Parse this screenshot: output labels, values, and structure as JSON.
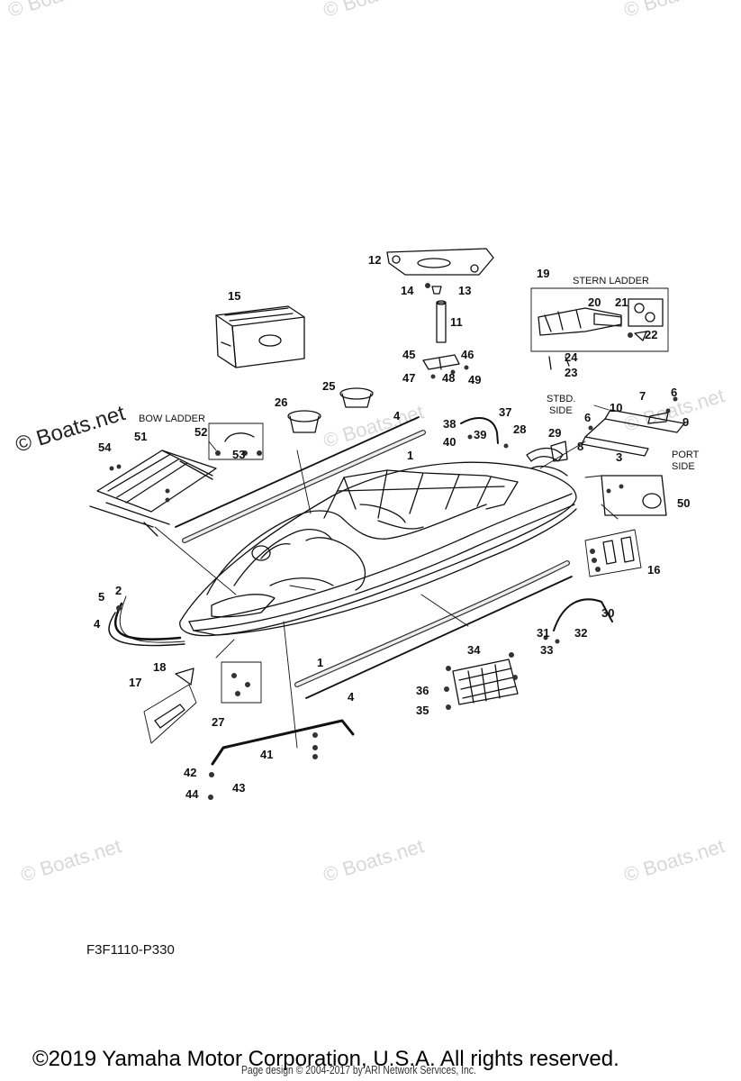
{
  "watermarks": {
    "faint": "© Boats.net",
    "bold": "© Boats.net"
  },
  "diagram_code": "F3F1110-P330",
  "copyright": "©2019 Yamaha Motor Corporation, U.S.A. All rights reserved.",
  "page_design": "Page design © 2004-2017 by ARI Network Services, Inc.",
  "notes": {
    "stern_ladder": "STERN LADDER",
    "bow_ladder": "BOW LADDER",
    "stbd": "STBD.",
    "stbd_side": "SIDE",
    "port": "PORT",
    "port_side": "SIDE"
  },
  "callouts": [
    "1",
    "1",
    "2",
    "3",
    "4",
    "4",
    "4",
    "5",
    "6",
    "6",
    "7",
    "8",
    "9",
    "10",
    "11",
    "12",
    "13",
    "14",
    "15",
    "16",
    "17",
    "18",
    "19",
    "20",
    "21",
    "22",
    "23",
    "24",
    "25",
    "26",
    "27",
    "28",
    "29",
    "30",
    "31",
    "32",
    "33",
    "34",
    "35",
    "36",
    "37",
    "38",
    "39",
    "40",
    "41",
    "42",
    "43",
    "44",
    "45",
    "46",
    "47",
    "48",
    "49",
    "50",
    "51",
    "52",
    "53",
    "54"
  ]
}
